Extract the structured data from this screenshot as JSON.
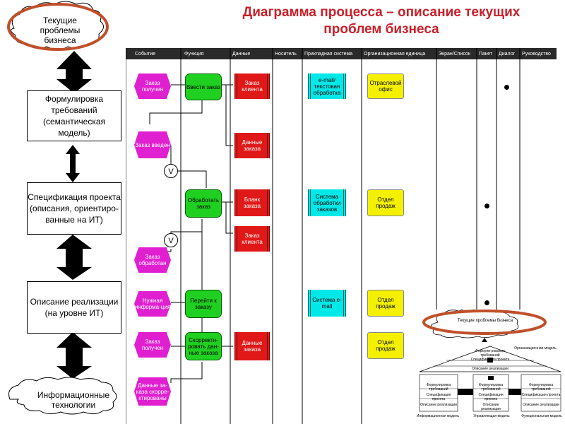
{
  "title": "Диаграмма процесса – описание текущих проблем бизнеса",
  "left": {
    "cloud_top": "Текущие проблемы бизнеса",
    "box1": "Формулировка требований (семантическая модель)",
    "box2": "Спецификация проекта (описания, ориентиро-ванные на ИТ)",
    "box3": "Описание реализации (на уровне ИТ)",
    "cloud_bottom": "Информационные технологии"
  },
  "columns": [
    "Событие",
    "Функция",
    "Данные",
    "Носитель",
    "Прикладная система",
    "Организационная единица",
    "Экран/Список",
    "Пакет",
    "Диалог",
    "Руководство"
  ],
  "events": [
    "Заказ получен",
    "Заказ введен",
    "Заказ обработан",
    "Нужная информа-ция",
    "Заказ получен",
    "Данные за-каза скорре-ктированы"
  ],
  "functions": [
    "Ввести заказ",
    "Обработать заказ",
    "Перейти к заказу",
    "Скорректи-ровать дан-ные заказа"
  ],
  "data": [
    "Заказ клиента",
    "Данные заказа",
    "Бланк заказа",
    "Заказ клиента",
    "Данные заказа"
  ],
  "systems": [
    "e-mail/ текстовая обработка",
    "Система обработки заказов",
    "Система e-mail"
  ],
  "orgs": [
    "Отраслевой офис",
    "Отдел продаж",
    "Отдел продаж",
    "Отдел продаж"
  ],
  "connector_symbol": "V",
  "inset": {
    "cloud": "Текущие проблемы бизнеса",
    "org_model": "Организационная модель",
    "top1": "Формули-рование требований",
    "top2": "Спецификация проекта",
    "top3": "Описание реализации",
    "mid1": "Формулировка требований",
    "mid2": "Спецификация проекта",
    "mid3": "Описание реализации",
    "c1": "Формулировка требований",
    "c2": "Спецификация проекта",
    "c3": "Описание реализации",
    "r1": "Формулировка требований",
    "r2": "Спецификация проекта",
    "r3": "Описание реализации",
    "l1": "Формулировка требований",
    "l2": "Спецификация проекта",
    "l3": "Описание реализации",
    "lbl_left": "Информационная модель",
    "lbl_mid": "Управляющая модель",
    "lbl_right": "Функциональная модель"
  },
  "colors": {
    "title": "#c8202a",
    "event": "#e020d0",
    "function": "#20d020",
    "data": "#e01818",
    "system": "#00e8e8",
    "org": "#f4f000",
    "header": "#2a2a2a"
  }
}
